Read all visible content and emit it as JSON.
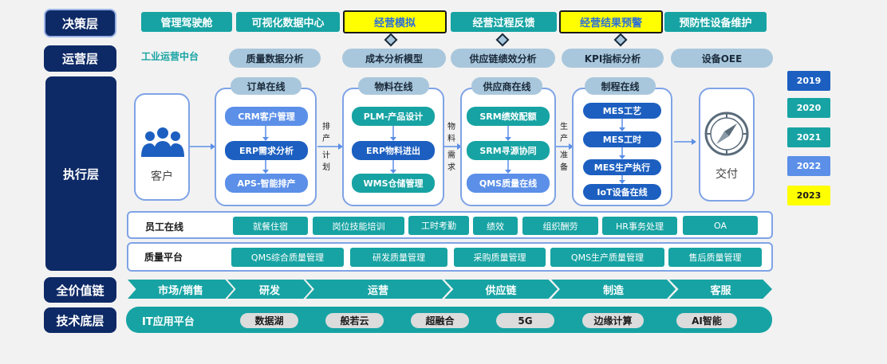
{
  "colors": {
    "navy": "#0e2a66",
    "teal": "#17a3a3",
    "yellow": "#ffff00",
    "blue_dark": "#1c5fc0",
    "blue_light": "#5b8fe8",
    "gray_pill": "#a9c7dc"
  },
  "layers": {
    "decision": "决策层",
    "operation": "运营层",
    "execution": "执行层",
    "value_chain": "全价值链",
    "tech": "技术底层"
  },
  "decision_items": [
    "管理驾驶舱",
    "可视化数据中心",
    "经营模拟",
    "经营过程反馈",
    "经营结果预警",
    "预防性设备维护"
  ],
  "operation": {
    "label": "工业运营中台",
    "items": [
      "质量数据分析",
      "成本分析模型",
      "供应链绩效分析",
      "KPI指标分析",
      "设备OEE"
    ]
  },
  "execution": {
    "customer": "客户",
    "delivery": "交付",
    "connectors": {
      "c1": [
        "排",
        "产",
        "",
        "计",
        "划"
      ],
      "c2": [
        "物",
        "料",
        "",
        "需",
        "求"
      ],
      "c3": [
        "生",
        "产",
        "",
        "准",
        "备"
      ]
    },
    "panels": [
      {
        "title": "订单在线",
        "items": [
          "CRM客户管理",
          "ERP需求分析",
          "APS-智能排产"
        ]
      },
      {
        "title": "物料在线",
        "items": [
          "PLM-产品设计",
          "ERP物料进出",
          "WMS仓储管理"
        ]
      },
      {
        "title": "供应商在线",
        "items": [
          "SRM绩效配额",
          "SRM寻源协同",
          "QMS质量在线"
        ]
      },
      {
        "title": "制程在线",
        "items": [
          "MES工艺",
          "MES工时",
          "MES生产执行",
          "IoT设备在线"
        ]
      }
    ],
    "staff": {
      "title": "员工在线",
      "items": [
        "就餐住宿",
        "岗位技能培训",
        "工时考勤",
        "绩效",
        "组织酬劳",
        "HR事务处理",
        "OA"
      ]
    },
    "quality": {
      "title": "质量平台",
      "items": [
        "QMS综合质量管理",
        "研发质量管理",
        "采购质量管理",
        "QMS生产质量管理",
        "售后质量管理"
      ]
    }
  },
  "value_chain": [
    "市场/销售",
    "研发",
    "运营",
    "供应链",
    "制造",
    "客服"
  ],
  "tech": {
    "label": "IT应用平台",
    "items": [
      "数据湖",
      "般若云",
      "超融合",
      "5G",
      "边缘计算",
      "AI智能"
    ]
  },
  "years": [
    {
      "label": "2019",
      "color": "#1c5fc0",
      "text": "#ffffff"
    },
    {
      "label": "2020",
      "color": "#17a3a3",
      "text": "#ffffff"
    },
    {
      "label": "2021",
      "color": "#17a3a3",
      "text": "#ffffff"
    },
    {
      "label": "2022",
      "color": "#5b8fe8",
      "text": "#ffffff"
    },
    {
      "label": "2023",
      "color": "#ffff00",
      "text": "#1a1a1a"
    }
  ]
}
